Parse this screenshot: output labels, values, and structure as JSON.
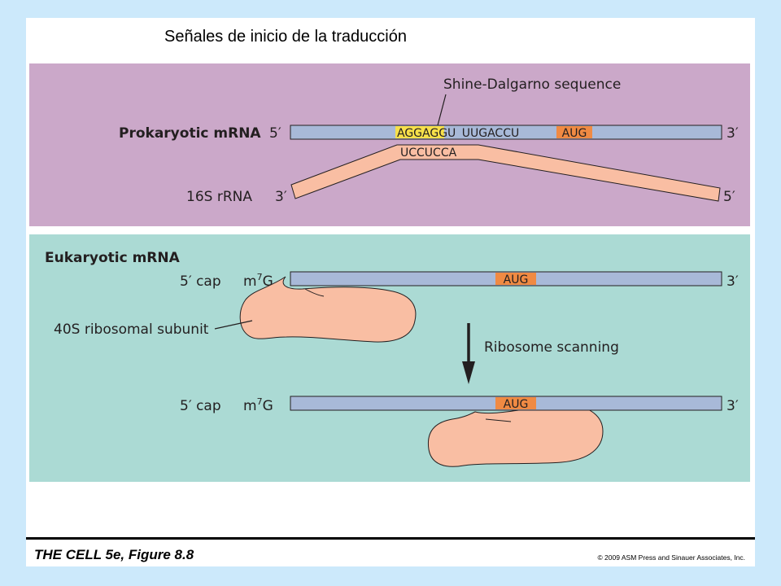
{
  "slide": {
    "title": "Señales de inicio de la traducción",
    "caption": "THE CELL 5e, Figure 8.8",
    "copyright": "© 2009 ASM Press and Sinauer Associates, Inc."
  },
  "prokaryotic": {
    "label": "Prokaryotic mRNA",
    "sd_label": "Shine-Dalgarno sequence",
    "five_prime": "5′",
    "three_prime": "3′",
    "sd_seq": "AGGAGGU",
    "spacer_seq": "UUGACCU",
    "start_codon": "AUG",
    "rrna_label": "16S rRNA",
    "rrna_three_prime": "3′",
    "rrna_five_prime": "5′",
    "rrna_seq": "UCCUCCA"
  },
  "eukaryotic": {
    "label": "Eukaryotic mRNA",
    "cap_label": "5′ cap",
    "m7g_base": "m",
    "m7g_sup": "7",
    "m7g_end": "G",
    "start_codon": "AUG",
    "three_prime": "3′",
    "subunit_label": "40S ribosomal subunit",
    "scanning_label": "Ribosome scanning"
  },
  "colors": {
    "background": "#cce9fb",
    "prokaryotic_panel": "#cba8c9",
    "eukaryotic_panel": "#abdad4",
    "mrna": "#a8b9d8",
    "sd_highlight": "#f7e04a",
    "aug_highlight": "#f08a43",
    "rrna_and_ribosome": "#f9bea3"
  }
}
